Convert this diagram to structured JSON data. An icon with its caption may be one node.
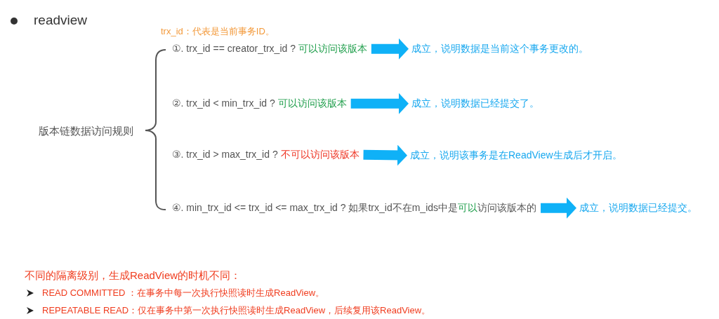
{
  "diagram": {
    "title": "readview",
    "nodes": [
      {
        "text": [
          "版本链数据访问规则"
        ]
      },
      {
        "text": [
          "①. trx_id == creator_trx_id ?",
          "可以访问该版本"
        ]
      },
      {
        "text": [
          "②. trx_id < min_trx_id ?",
          "可以访问该版本"
        ]
      },
      {
        "text": [
          "③. trx_id > max_trx_id ?",
          "不可以访问该版本"
        ]
      },
      {
        "text": [
          "④. min_trx_id <= trx_id <= max_trx_id ?",
          "如果trx_id不在m_ids中是",
          "可以",
          "访问该版本的"
        ]
      },
      {
        "text": [
          "成立，说明数据是当前这个事务更改的。"
        ]
      },
      {
        "text": [
          "成立，说明数据已经提交了。"
        ]
      },
      {
        "text": [
          "成立，说明该事务是在ReadView生成后才开启。"
        ]
      },
      {
        "text": [
          "成立，说明数据已经提交。"
        ]
      }
    ],
    "edges": [
      {
        "from": 1,
        "to": 5,
        "arrow": "to"
      },
      {
        "from": 2,
        "to": 6,
        "arrow": "to"
      },
      {
        "from": 3,
        "to": 7,
        "arrow": "to"
      },
      {
        "from": 4,
        "to": 8,
        "arrow": "to"
      }
    ],
    "labels": [
      "trx_id：代表是当前事务ID。",
      "不同的隔离级别，生成ReadView的时机不同：",
      "READ COMMITTED ：在事务中每一次执行快照读时生成ReadView。",
      "REPEATABLE READ：仅在事务中第一次执行快照读时生成ReadView，后续复用该ReadView。"
    ]
  }
}
